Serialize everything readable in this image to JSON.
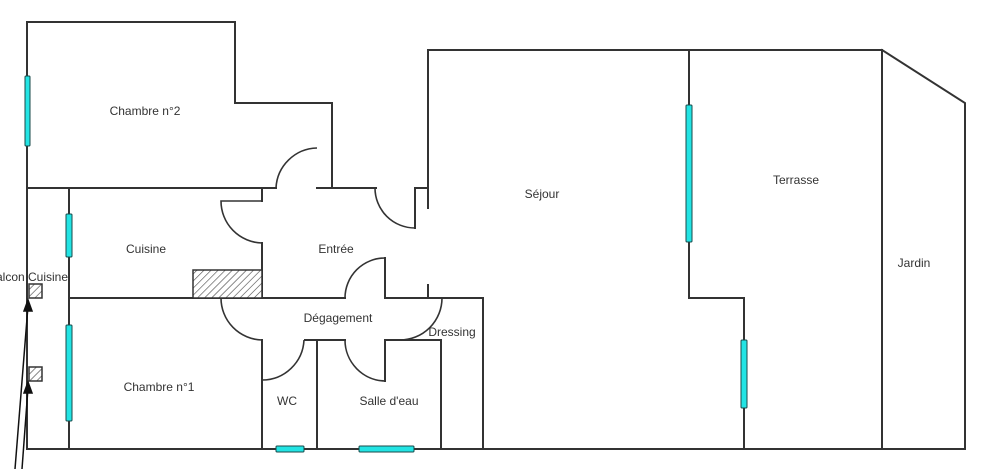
{
  "plan": {
    "title": "Floor plan",
    "colors": {
      "wall": "#333333",
      "window": "#22e4e4",
      "background": "#ffffff"
    },
    "rooms": {
      "chambre2": "Chambre n°2",
      "cuisine": "Cuisine",
      "balcon": "alcon Cuisine",
      "entree": "Entrée",
      "sejour": "Séjour",
      "terrasse": "Terrasse",
      "jardin": "Jardin",
      "degagement": "Dégagement",
      "dressing": "Dressing",
      "chambre1": "Chambre n°1",
      "wc": "WC",
      "salle_eau": "Salle d'eau"
    }
  }
}
